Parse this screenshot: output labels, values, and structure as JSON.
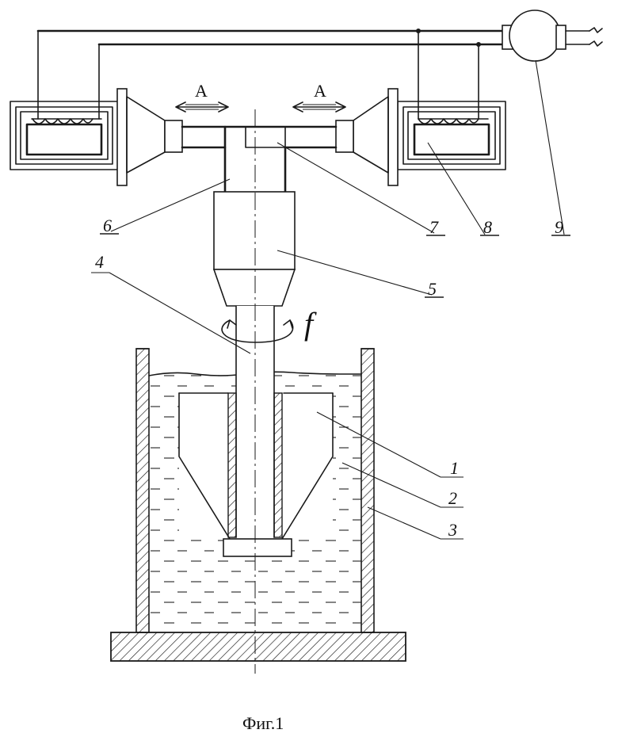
{
  "figure": {
    "caption": "Фиг.1",
    "direction_label_left": "A",
    "direction_label_right": "A",
    "rotation_label": "f",
    "callouts": [
      {
        "id": "1",
        "text": "1"
      },
      {
        "id": "2",
        "text": "2"
      },
      {
        "id": "3",
        "text": "3"
      },
      {
        "id": "4",
        "text": "4"
      },
      {
        "id": "5",
        "text": "5"
      },
      {
        "id": "6",
        "text": "6"
      },
      {
        "id": "7",
        "text": "7"
      },
      {
        "id": "8",
        "text": "8"
      },
      {
        "id": "9",
        "text": "9"
      }
    ]
  },
  "colors": {
    "ink": "#1a1a1a",
    "background": "#ffffff"
  }
}
